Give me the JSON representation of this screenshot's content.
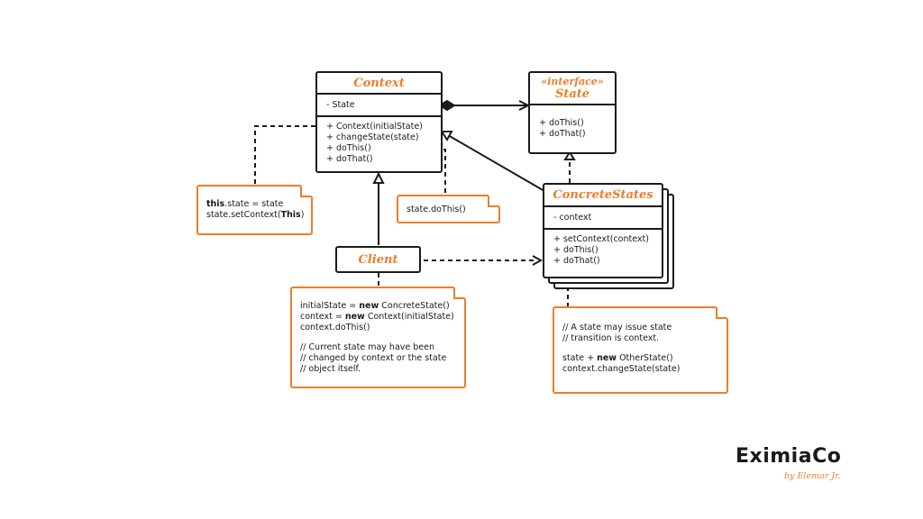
{
  "diagram": {
    "context": {
      "title": "Context",
      "fields": [
        "- State"
      ],
      "methods": [
        "+ Context(initialState)",
        "+ changeState(state)",
        "+ doThis()",
        "+ doThat()"
      ]
    },
    "state": {
      "stereotype": "«interface»",
      "title": "State",
      "methods": [
        "+ doThis()",
        "+ doThat()"
      ]
    },
    "concrete_states": {
      "title": "ConcreteStates",
      "fields": [
        "- context"
      ],
      "methods": [
        "+ setContext(context)",
        "+ doThis()",
        "+ doThat()"
      ]
    },
    "client": {
      "title": "Client"
    },
    "notes": {
      "context_ctor": {
        "kw": "this",
        "line1_rest": ".state = state",
        "line2_pre": "state.setContext(",
        "line2_kw": "This",
        "line2_post": ")"
      },
      "context_dothis": {
        "line1": "state.doThis()"
      },
      "client": {
        "l1_pre": "initialState = ",
        "l1_kw": "new",
        "l1_post": " ConcreteState()",
        "l2_pre": "context = ",
        "l2_kw": "new",
        "l2_post": " Context(initialState)",
        "l3": "context.doThis()",
        "l4": "// Current state may have been",
        "l5": "// changed by context or the state",
        "l6": "// object itself."
      },
      "concrete": {
        "l1": "// A state may issue state",
        "l2": "// transition is context.",
        "l3_pre": "state + ",
        "l3_kw": "new",
        "l3_post": " OtherState()",
        "l4": "context.changeState(state)"
      }
    }
  },
  "brand": {
    "name": "EximiaCo",
    "tagline": "by Elemar Jr."
  },
  "colors": {
    "accent": "#ee7d2a",
    "ink": "#1a1a1a"
  }
}
